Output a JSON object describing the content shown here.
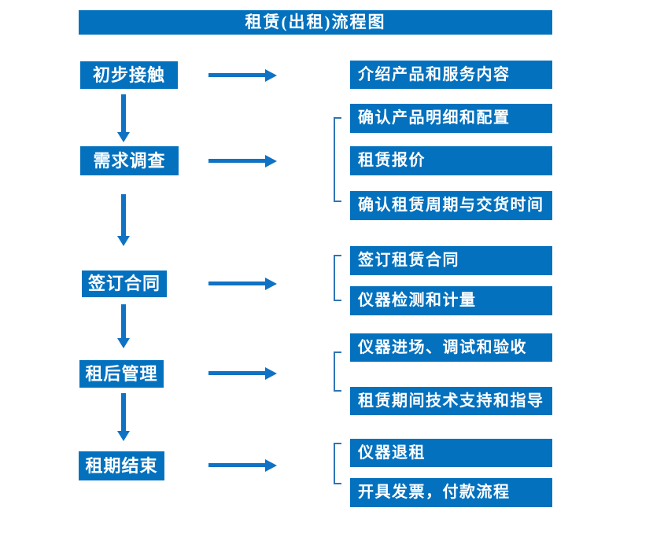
{
  "title": "租赁(出租)流程图",
  "colors": {
    "box_blue": "#0471BE",
    "arrow_blue": "#0F72C4",
    "bracket_blue": "#2E75B6",
    "text_white": "#FFFFFF"
  },
  "flow": {
    "steps": [
      {
        "label": "初步接触",
        "details": [
          "介绍产品和服务内容"
        ]
      },
      {
        "label": "需求调查",
        "details": [
          "确认产品明细和配置",
          "租赁报价",
          "确认租赁周期与交货时间"
        ]
      },
      {
        "label": "签订合同",
        "details": [
          "签订租赁合同",
          "仪器检测和计量"
        ]
      },
      {
        "label": "租后管理",
        "details": [
          "仪器进场、调试和验收",
          "租赁期间技术支持和指导"
        ]
      },
      {
        "label": "租期结束",
        "details": [
          "仪器退租",
          "开具发票，付款流程"
        ]
      }
    ]
  }
}
